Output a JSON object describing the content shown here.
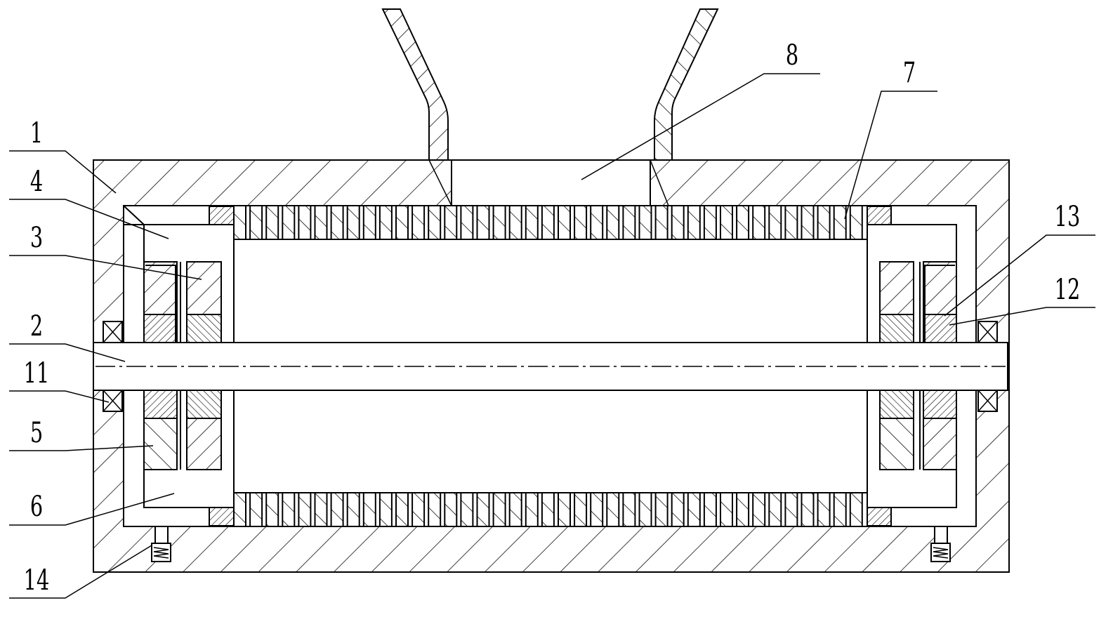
{
  "figure": {
    "callouts": [
      {
        "id": "c1",
        "label": "1"
      },
      {
        "id": "c4",
        "label": "4"
      },
      {
        "id": "c3",
        "label": "3"
      },
      {
        "id": "c2",
        "label": "2"
      },
      {
        "id": "c11",
        "label": "11"
      },
      {
        "id": "c5",
        "label": "5"
      },
      {
        "id": "c6",
        "label": "6"
      },
      {
        "id": "c14",
        "label": "14"
      },
      {
        "id": "c8",
        "label": "8"
      },
      {
        "id": "c7",
        "label": "7"
      },
      {
        "id": "c13",
        "label": "13"
      },
      {
        "id": "c12",
        "label": "12"
      }
    ]
  }
}
